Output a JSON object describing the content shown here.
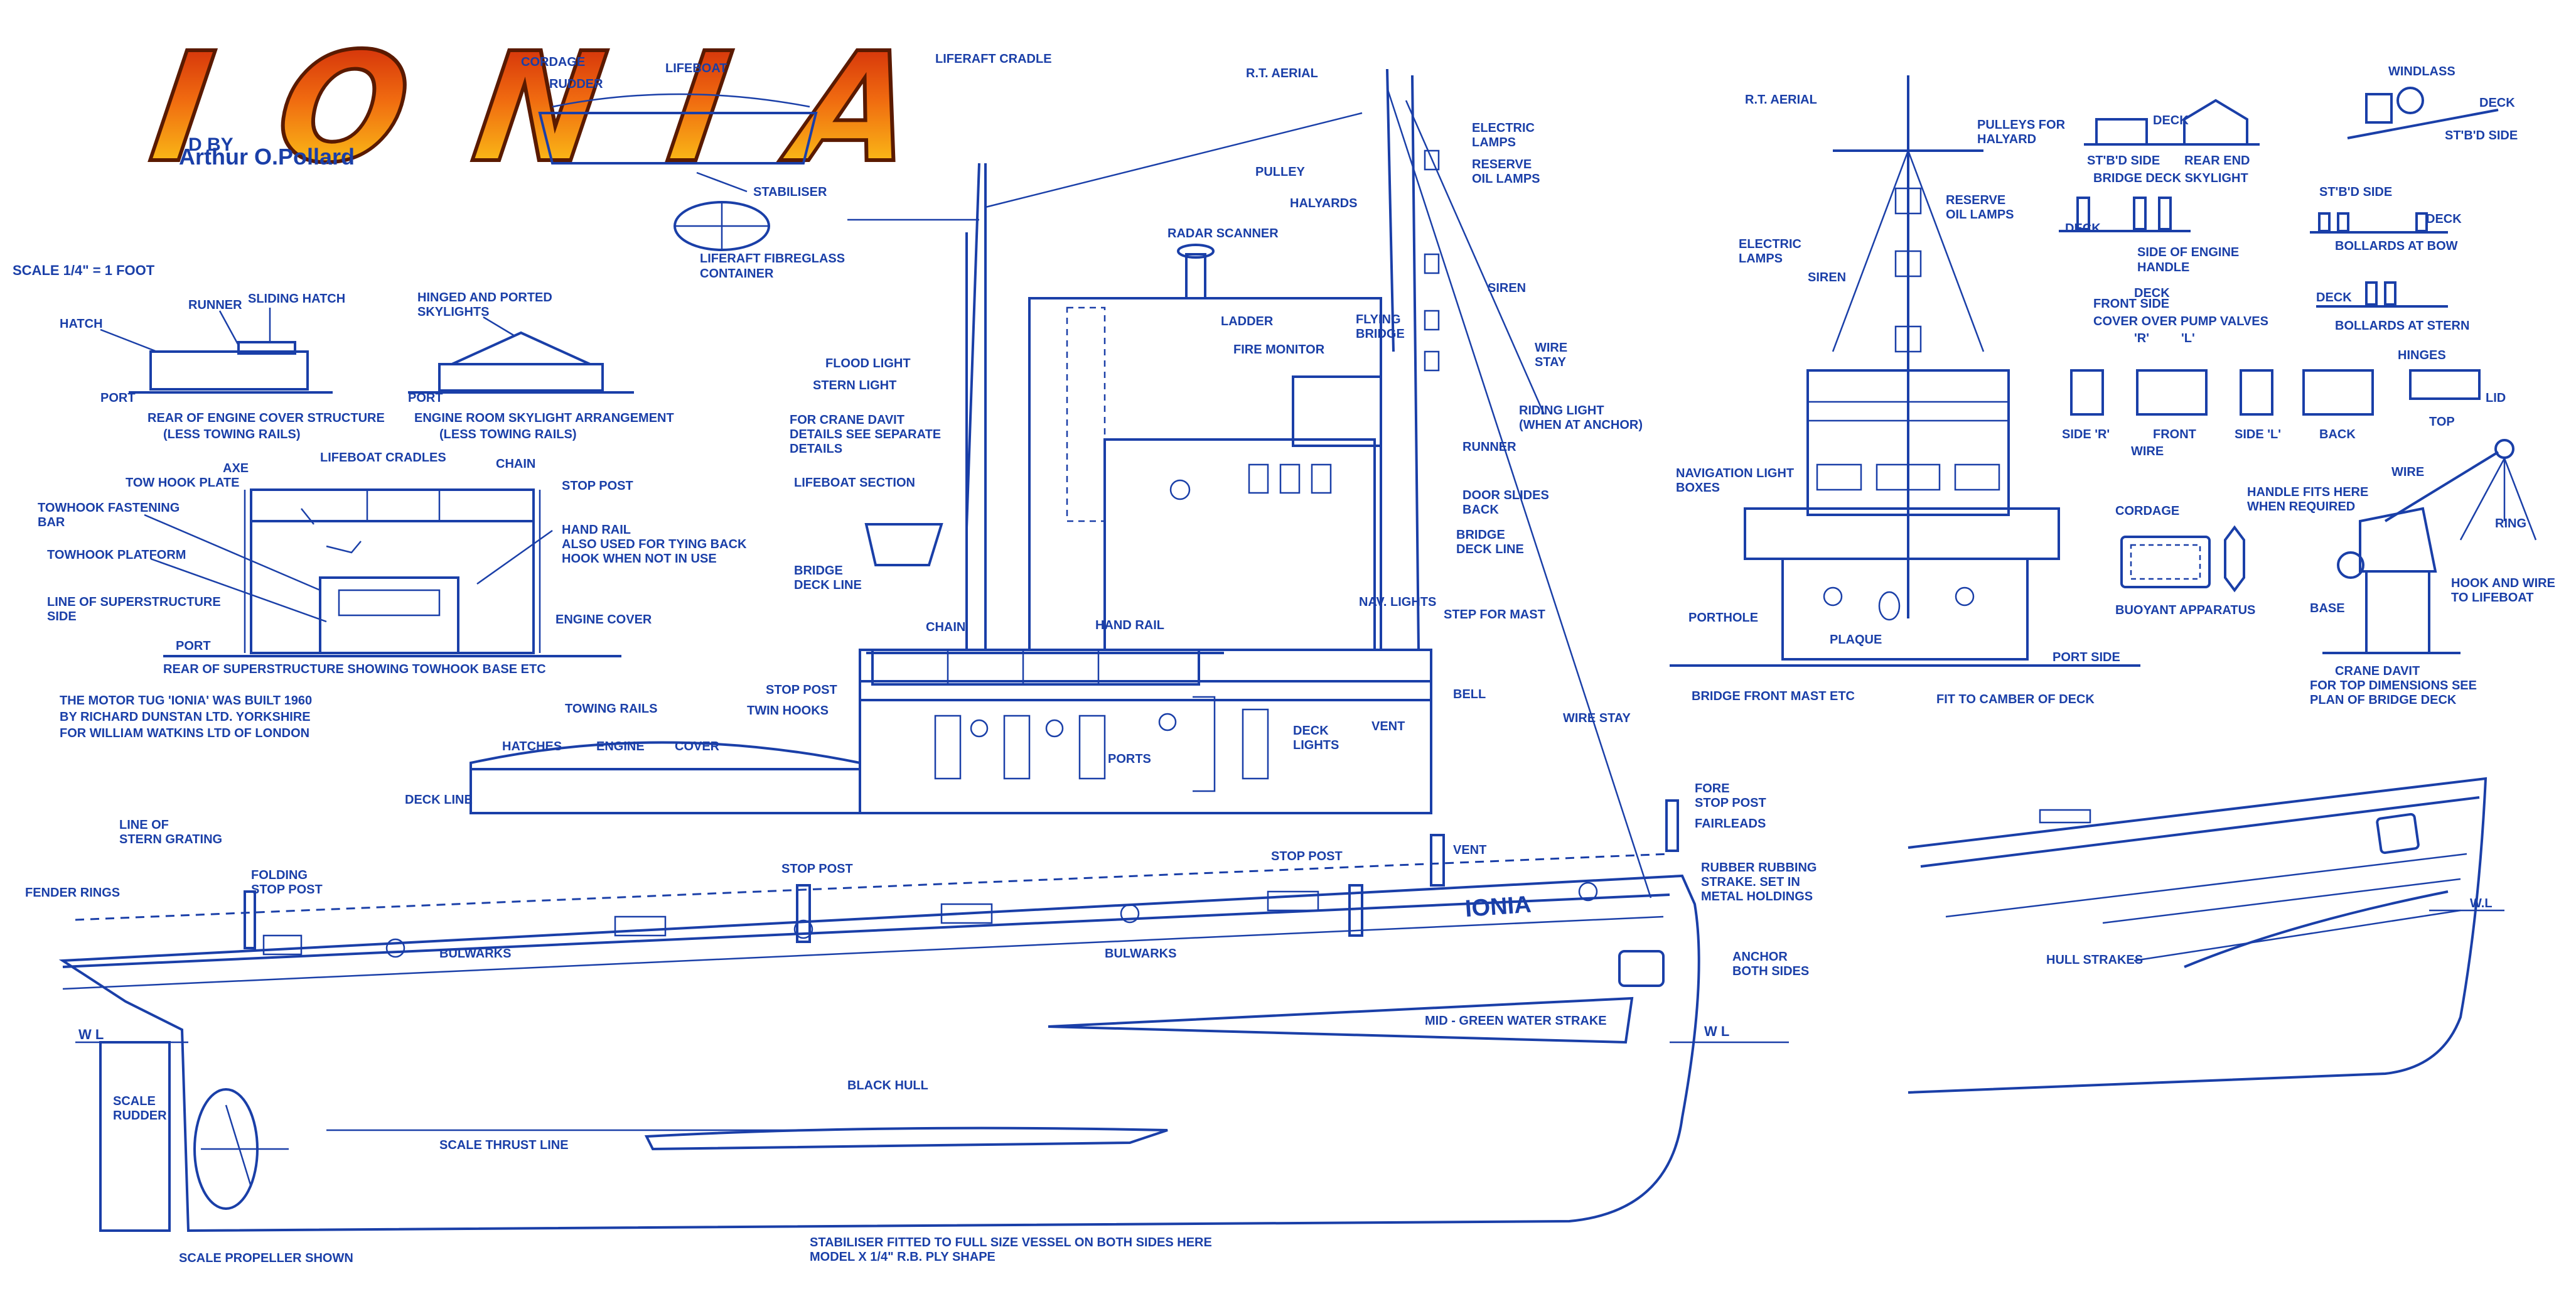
{
  "title": {
    "name": "IONIA",
    "byline_prefix": "D BY",
    "author": "Arthur O.Pollard",
    "colors": {
      "outer": "#e8240c",
      "inner": "#ffd21a",
      "outline": "#5a1a00"
    }
  },
  "colors": {
    "ink": "#1a3fa8",
    "paper": "#ffffff"
  },
  "scale_note": "SCALE 1/4\" = 1 FOOT",
  "history_note": [
    "THE MOTOR TUG 'IONIA' WAS BUILT 1960",
    "BY RICHARD DUNSTAN LTD. YORKSHIRE",
    "FOR WILLIAM WATKINS LTD OF LONDON"
  ],
  "engine_cover": {
    "labels": {
      "hatch": "HATCH",
      "runner": "RUNNER",
      "sliding_hatch": "SLIDING HATCH",
      "port": "PORT"
    },
    "caption": [
      "REAR OF ENGINE COVER STRUCTURE",
      "(LESS TOWING RAILS)"
    ]
  },
  "skylight": {
    "labels": {
      "hinged": "HINGED AND PORTED",
      "skylights": "SKYLIGHTS",
      "port": "PORT"
    },
    "caption": [
      "ENGINE ROOM SKYLIGHT ARRANGEMENT",
      "(LESS TOWING RAILS)"
    ]
  },
  "towhook": {
    "labels": {
      "axe": "AXE",
      "lifeboat_cradles": "LIFEBOAT CRADLES",
      "chain": "CHAIN",
      "tow_hook_plate": "TOW HOOK PLATE",
      "stop_post": "STOP POST",
      "towhook_fastening": "TOWHOOK FASTENING",
      "bar": "BAR",
      "towhook_platform": "TOWHOOK PLATFORM",
      "hand_rail": "HAND RAIL",
      "hand_rail_note1": "ALSO USED FOR TYING BACK",
      "hand_rail_note2": "HOOK WHEN NOT IN USE",
      "line_of_superstructure": "LINE OF SUPERSTRUCTURE",
      "side": "SIDE",
      "engine_cover": "ENGINE COVER",
      "port": "PORT"
    },
    "caption": "REAR OF SUPERSTRUCTURE SHOWING TOWHOOK BASE ETC"
  },
  "top_detail": {
    "cordage": "CORDAGE",
    "rudder": "RUDDER",
    "lifeboat": "LIFEBOAT",
    "liferaft_cradle": "LIFERAFT CRADLE",
    "stabiliser": "STABILISER",
    "liferaft_caption": [
      "LIFERAFT FIBREGLASS",
      "CONTAINER"
    ]
  },
  "profile": {
    "rt_aerial": "R.T. AERIAL",
    "electric_lamps": [
      "ELECTRIC",
      "LAMPS"
    ],
    "reserve_oil_lamps": [
      "RESERVE",
      "OIL LAMPS"
    ],
    "pulley": "PULLEY",
    "halyards": "HALYARDS",
    "radar_scanner": "RADAR SCANNER",
    "siren": "SIREN",
    "ladder": "LADDER",
    "flying_bridge": [
      "FLYING",
      "BRIDGE"
    ],
    "wire_stay": [
      "WIRE",
      "STAY"
    ],
    "fire_monitor": "FIRE MONITOR",
    "flood_light": "FLOOD LIGHT",
    "stern_light": "STERN LIGHT",
    "crane_davit_note": [
      "FOR CRANE DAVIT",
      "DETAILS SEE SEPARATE",
      "DETAILS"
    ],
    "riding_light": [
      "RIDING LIGHT",
      "(WHEN AT ANCHOR)"
    ],
    "runner": "RUNNER",
    "lifeboat_section": "LIFEBOAT SECTION",
    "door_slides": [
      "DOOR SLIDES",
      "BACK"
    ],
    "bridge_deck_line_l": [
      "BRIDGE",
      "DECK LINE"
    ],
    "bridge_deck_line_r": [
      "BRIDGE",
      "DECK LINE"
    ],
    "step_for_mast": "STEP FOR MAST",
    "nav_lights": "NAV. LIGHTS",
    "chain": "CHAIN",
    "hand_rail": "HAND RAIL",
    "bell": "BELL",
    "stop_post_upper": "STOP POST",
    "twin_hooks": "TWIN HOOKS",
    "towing_rails": "TOWING RAILS",
    "hatches": "HATCHES",
    "engine": "ENGINE",
    "cover": "COVER",
    "ports": "PORTS",
    "deck_lights": [
      "DECK",
      "LIGHTS"
    ],
    "vent_upper": "VENT",
    "wire_stay_lower": "WIRE STAY",
    "deck_line": "DECK LINE",
    "fore_stop_post": [
      "FORE",
      "STOP POST"
    ],
    "fairleads": "FAIRLEADS",
    "line_of_stern_grating": [
      "LINE OF",
      "STERN GRATING"
    ],
    "folding_stop_post": [
      "FOLDING",
      "STOP POST"
    ],
    "fender_rings": "FENDER RINGS",
    "stop_post_mid": "STOP POST",
    "stop_post_right": "STOP POST",
    "vent_lower": "VENT",
    "rubbing_strake": [
      "RUBBER RUBBING",
      "STRAKE. SET IN",
      "METAL HOLDINGS"
    ],
    "hull_name": "IONIA",
    "bulwarks_1": "BULWARKS",
    "bulwarks_2": "BULWARKS",
    "anchor": [
      "ANCHOR",
      "BOTH SIDES"
    ],
    "wl_left": "W L",
    "wl_right": "W L",
    "mid_green_water_strake": "MID - GREEN WATER STRAKE",
    "black_hull": "BLACK HULL",
    "scale_rudder": [
      "SCALE",
      "RUDDER"
    ],
    "scale_thrust_line": "SCALE THRUST LINE",
    "scale_propeller": "SCALE PROPELLER SHOWN",
    "stabiliser_note": [
      "STABILISER FITTED TO FULL SIZE VESSEL ON BOTH SIDES HERE",
      "MODEL X 1/4\" R.B. PLY SHAPE"
    ]
  },
  "front_view": {
    "rt_aerial": "R.T. AERIAL",
    "pulleys": [
      "PULLEYS FOR",
      "HALYARD"
    ],
    "electric_lamps": [
      "ELECTRIC",
      "LAMPS"
    ],
    "reserve_oil_lamps": [
      "RESERVE",
      "OIL LAMPS"
    ],
    "siren": "SIREN",
    "navigation_light_boxes": [
      "NAVIGATION LIGHT",
      "BOXES"
    ],
    "porthole": "PORTHOLE",
    "plaque": "PLAQUE",
    "port_side": "PORT SIDE",
    "caption": "BRIDGE FRONT MAST ETC",
    "fit_camber": "FIT TO CAMBER OF DECK"
  },
  "fittings": {
    "deck": "DECK",
    "stbd_side": "ST'B'D SIDE",
    "rear_end": "REAR END",
    "bridge_deck_skylight": "BRIDGE DECK SKYLIGHT",
    "windlass": "WINDLASS",
    "windlass_deck": "DECK",
    "windlass_stbd": "ST'B'D SIDE",
    "bow_deck": "DECK",
    "bow_stbd": "ST'B'D SIDE",
    "bow_deck2": "DECK",
    "bollards_bow": "BOLLARDS AT BOW",
    "stern_deck": "DECK",
    "bollards_stern": "BOLLARDS AT STERN",
    "side_of_engine": "SIDE OF ENGINE",
    "handle": "HANDLE",
    "pump_deck": "DECK",
    "front_side": "FRONT SIDE",
    "cover_pump": "COVER OVER PUMP VALVES",
    "r": "'R'",
    "l": "'L'",
    "hinges": "HINGES",
    "lid": "LID",
    "side_r": "SIDE 'R'",
    "front": "FRONT",
    "side_l": "SIDE 'L'",
    "back": "BACK",
    "top": "TOP",
    "wire_small": "WIRE"
  },
  "davit": {
    "cordage": "CORDAGE",
    "buoyant": "BUOYANT APPARATUS",
    "handle_note": [
      "HANDLE FITS HERE",
      "WHEN REQUIRED"
    ],
    "wire": "WIRE",
    "ring": "RING",
    "hook_wire": [
      "HOOK AND WIRE",
      "TO LIFEBOAT"
    ],
    "base": "BASE",
    "crane_davit": "CRANE DAVIT",
    "top_dims": [
      "FOR TOP DIMENSIONS SEE",
      "PLAN OF BRIDGE DECK"
    ]
  },
  "bow": {
    "wl": "W.L",
    "hull_strakes": "HULL STRAKES"
  }
}
